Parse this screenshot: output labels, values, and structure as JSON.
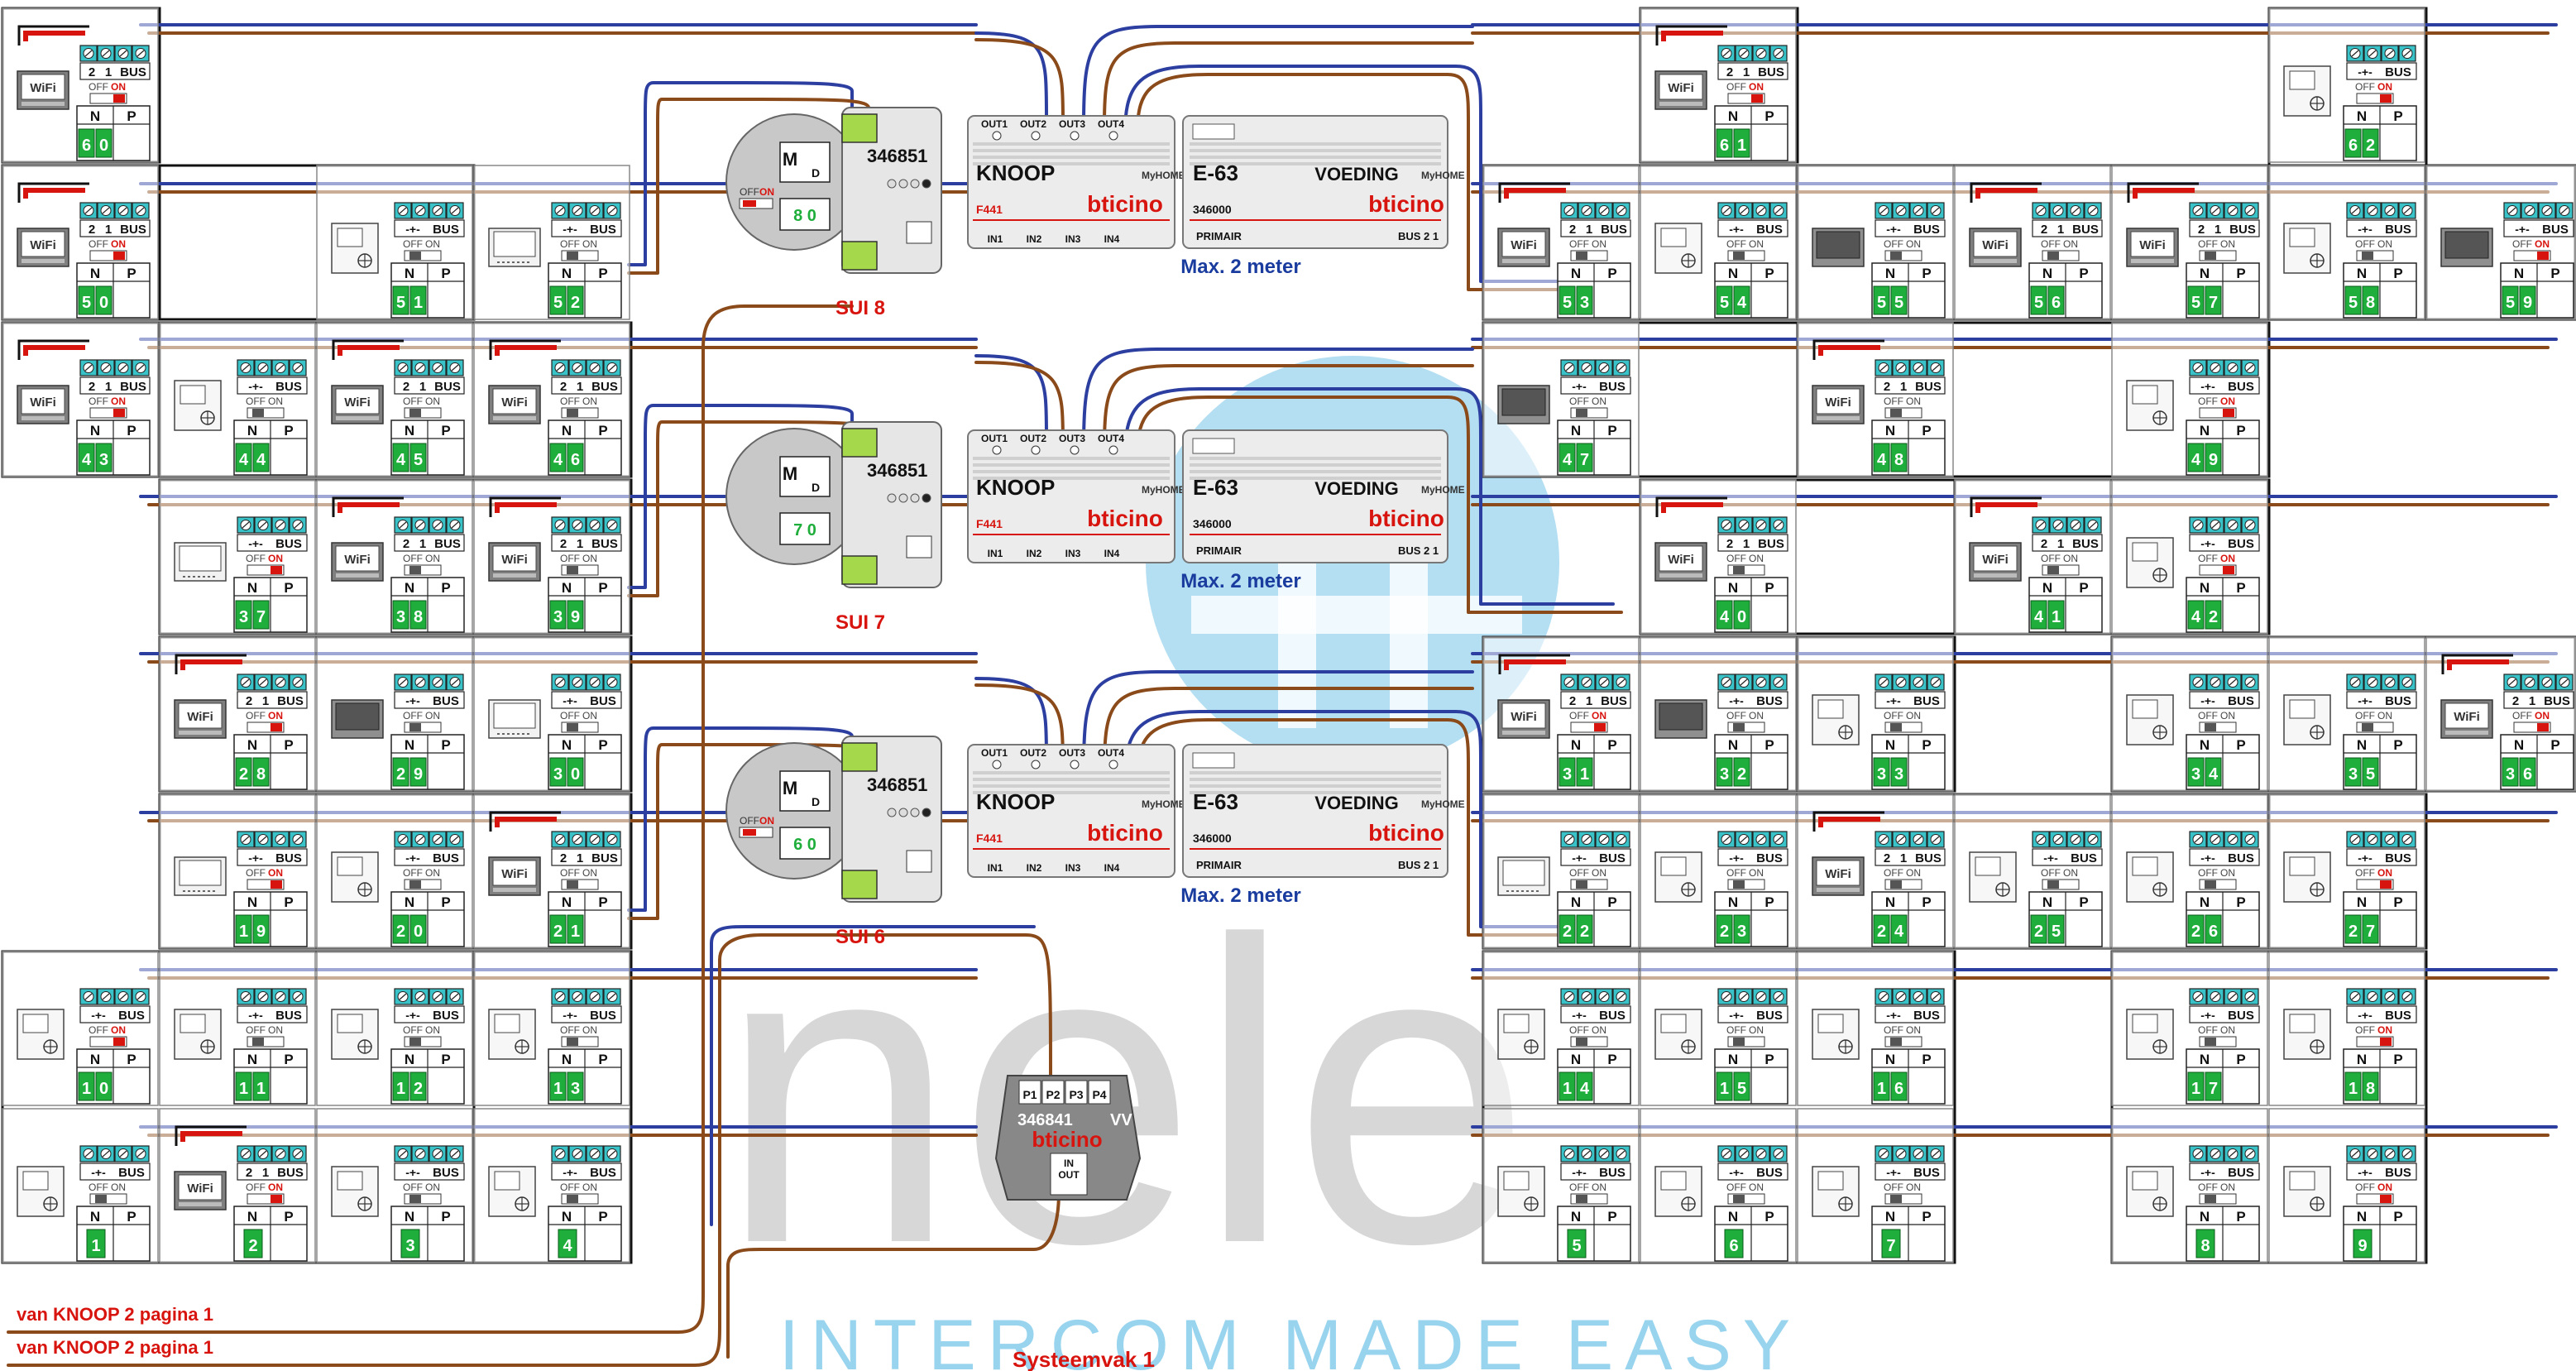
{
  "watermark": {
    "brand": "nele",
    "tagline": "INTERCOM MADE EASY"
  },
  "labels": {
    "knoop": "KNOOP",
    "knoop_code": "F441",
    "e63": "E-63",
    "voeding": "VOEDING",
    "e63_code": "346000",
    "primair": "PRIMAIR",
    "bus": "BUS",
    "max": "Max. 2 meter",
    "out": [
      "OUT1",
      "OUT2",
      "OUT3",
      "OUT4"
    ],
    "in": [
      "IN1",
      "IN2",
      "IN3",
      "IN4"
    ],
    "sui_code": "346851",
    "brand_logo": "bticino",
    "myhome": "MyHOME",
    "wifi": "WiFi",
    "off": "OFF",
    "on": "ON",
    "n": "N",
    "p": "P",
    "sw": "2 1 BUS",
    "vv_code": "346841",
    "vv": "VV",
    "vv_ports": [
      "P1",
      "P2",
      "P3",
      "P4"
    ],
    "vv_in": "IN",
    "vv_out": "OUT",
    "sui_dial": [
      "M",
      "D"
    ]
  },
  "colors": {
    "brown": "#8b4a1a",
    "blue": "#2c3fa0",
    "green": "#1fae3b",
    "red": "#d8140f",
    "teal": "#39c3c8",
    "accent": "#1a3c9e"
  },
  "left_notes": [
    "van KNOOP 2  pagina 1",
    "van KNOOP 2  pagina 1"
  ],
  "footer": "Systeemvak 1",
  "suis": [
    {
      "name": "SUI 8",
      "addr": "8 0",
      "hasKnob": true
    },
    {
      "name": "SUI 7",
      "addr": "7 0",
      "hasKnob": false
    },
    {
      "name": "SUI 6",
      "addr": "6 0",
      "hasKnob": true
    }
  ],
  "units": [
    {
      "n": "60",
      "type": "wifi",
      "on": true
    },
    {
      "n": "61",
      "type": "wifi",
      "on": true
    },
    {
      "n": "62",
      "type": "tab",
      "on": true
    },
    {
      "n": "50",
      "type": "wifi",
      "on": true
    },
    {
      "n": "51",
      "type": "tab",
      "on": false
    },
    {
      "n": "52",
      "type": "mon",
      "on": false
    },
    {
      "n": "53",
      "type": "wifi",
      "on": false
    },
    {
      "n": "54",
      "type": "tab",
      "on": false
    },
    {
      "n": "55",
      "type": "dark",
      "on": false
    },
    {
      "n": "56",
      "type": "wifi",
      "on": false
    },
    {
      "n": "57",
      "type": "wifi",
      "on": false
    },
    {
      "n": "58",
      "type": "tab",
      "on": false
    },
    {
      "n": "59",
      "type": "dark",
      "on": true
    },
    {
      "n": "43",
      "type": "wifi",
      "on": true
    },
    {
      "n": "44",
      "type": "tab",
      "on": false
    },
    {
      "n": "45",
      "type": "wifi",
      "on": false
    },
    {
      "n": "46",
      "type": "wifi",
      "on": false
    },
    {
      "n": "47",
      "type": "dark",
      "on": false
    },
    {
      "n": "48",
      "type": "wifi",
      "on": false
    },
    {
      "n": "49",
      "type": "tab",
      "on": true
    },
    {
      "n": "37",
      "type": "mon",
      "on": true
    },
    {
      "n": "38",
      "type": "wifi",
      "on": false
    },
    {
      "n": "39",
      "type": "wifi",
      "on": false
    },
    {
      "n": "40",
      "type": "wifi",
      "on": false
    },
    {
      "n": "41",
      "type": "wifi",
      "on": false
    },
    {
      "n": "42",
      "type": "tab",
      "on": true
    },
    {
      "n": "28",
      "type": "wifi",
      "on": true
    },
    {
      "n": "29",
      "type": "dark",
      "on": false
    },
    {
      "n": "30",
      "type": "mon",
      "on": false
    },
    {
      "n": "31",
      "type": "wifi",
      "on": true
    },
    {
      "n": "32",
      "type": "dark",
      "on": false
    },
    {
      "n": "33",
      "type": "tab",
      "on": false
    },
    {
      "n": "34",
      "type": "tab",
      "on": false
    },
    {
      "n": "35",
      "type": "tab",
      "on": false
    },
    {
      "n": "36",
      "type": "wifi",
      "on": true
    },
    {
      "n": "19",
      "type": "mon",
      "on": true
    },
    {
      "n": "20",
      "type": "tab",
      "on": false
    },
    {
      "n": "21",
      "type": "wifi",
      "on": false
    },
    {
      "n": "22",
      "type": "mon",
      "on": false
    },
    {
      "n": "23",
      "type": "tab",
      "on": false
    },
    {
      "n": "24",
      "type": "wifi",
      "on": false
    },
    {
      "n": "25",
      "type": "tab",
      "on": false
    },
    {
      "n": "26",
      "type": "tab",
      "on": false
    },
    {
      "n": "27",
      "type": "tab",
      "on": true
    },
    {
      "n": "10",
      "type": "tab",
      "on": true
    },
    {
      "n": "11",
      "type": "tab",
      "on": false
    },
    {
      "n": "12",
      "type": "tab",
      "on": false
    },
    {
      "n": "13",
      "type": "tab",
      "on": false
    },
    {
      "n": "14",
      "type": "tab",
      "on": false
    },
    {
      "n": "15",
      "type": "tab",
      "on": false
    },
    {
      "n": "16",
      "type": "tab",
      "on": false
    },
    {
      "n": "17",
      "type": "tab",
      "on": false
    },
    {
      "n": "18",
      "type": "tab",
      "on": true
    },
    {
      "n": "1",
      "type": "tab",
      "on": false
    },
    {
      "n": "2",
      "type": "wifi",
      "on": true
    },
    {
      "n": "3",
      "type": "tab",
      "on": false
    },
    {
      "n": "4",
      "type": "tab",
      "on": false
    },
    {
      "n": "5",
      "type": "tab",
      "on": false
    },
    {
      "n": "6",
      "type": "tab",
      "on": false
    },
    {
      "n": "7",
      "type": "tab",
      "on": false
    },
    {
      "n": "8",
      "type": "tab",
      "on": false
    },
    {
      "n": "9",
      "type": "tab",
      "on": true
    }
  ]
}
